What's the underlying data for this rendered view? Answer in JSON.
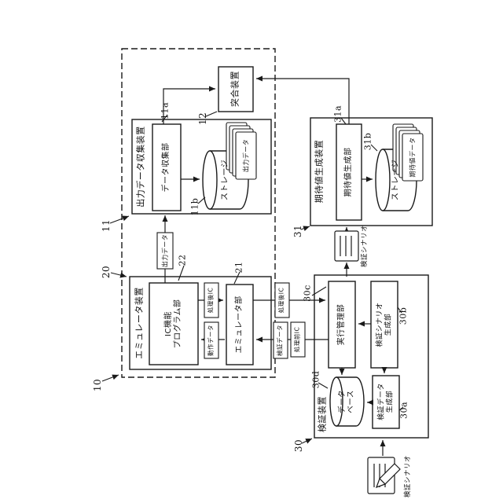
{
  "figure": {
    "system": {
      "ref": "10"
    },
    "output_collector": {
      "ref": "11",
      "name": "出力データ収集装置",
      "collector_unit": {
        "ref": "11a",
        "name": "データ収集部"
      },
      "storage": {
        "ref": "11b",
        "name": "ストレージ"
      },
      "stack_label": "出力データ"
    },
    "matcher": {
      "ref": "12",
      "name": "突合装置"
    },
    "emulator": {
      "ref": "20",
      "name": "エミュレータ装置",
      "ic_program": {
        "ref": "22",
        "line1": "IC機能",
        "line2": "プログラム部"
      },
      "emulator_unit": {
        "ref": "21",
        "name": "エミュレータ部"
      }
    },
    "expected_generator": {
      "ref": "31",
      "name": "期待値生成装置",
      "generator_unit": {
        "ref": "31a",
        "name": "期待値生成部"
      },
      "storage": {
        "ref": "31b",
        "name": "ストレージ"
      },
      "stack_label": "期待値データ"
    },
    "verifier": {
      "ref": "30",
      "name": "検証装置",
      "exec_manager": {
        "ref": "30c",
        "name": "実行管理部"
      },
      "scenario_generator": {
        "ref": "30b",
        "line1": "検証シナリオ",
        "line2": "生成部"
      },
      "database": {
        "ref": "30d",
        "line1": "データ",
        "line2": "ベース"
      },
      "data_generator": {
        "ref": "30a",
        "line1": "検証データ",
        "line2": "生成部"
      }
    },
    "flow_labels": {
      "output_data": "出力データ",
      "post_ic_inner": "処理後IC",
      "operation_data": "動作データ",
      "post_ic": "処理後IC",
      "verification_data": "検証データ",
      "pre_ic": "処理前IC"
    },
    "scenario_note_top": "検証シナリオ",
    "scenario_note_bottom": "検証シナリオ"
  }
}
